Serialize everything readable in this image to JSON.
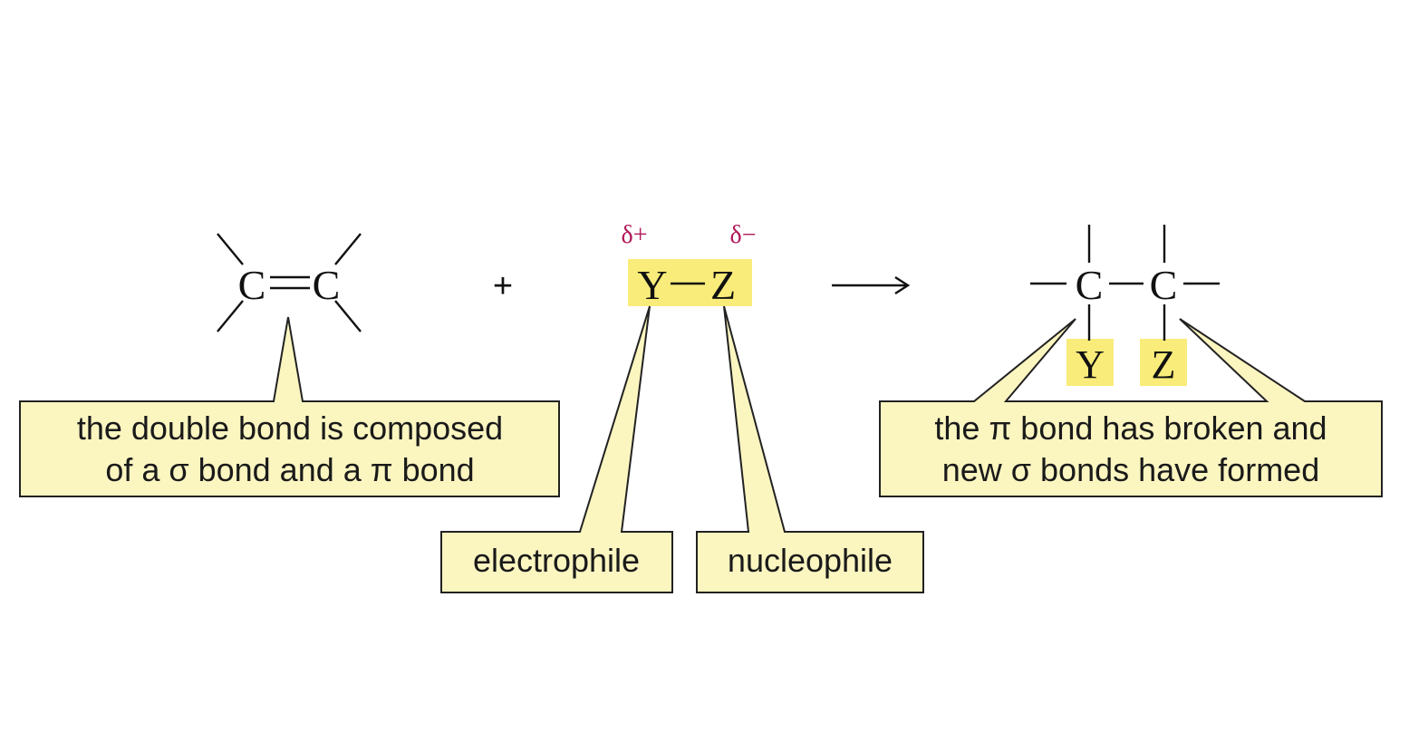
{
  "reactant_alkene": {
    "atom1": "C",
    "atom2": "C"
  },
  "operator_plus": "+",
  "reagent": {
    "atom_y": "Y",
    "atom_z": "Z",
    "partial_positive": "δ+",
    "partial_negative": "δ−"
  },
  "product": {
    "atom1": "C",
    "atom2": "C",
    "sub_y": "Y",
    "sub_z": "Z"
  },
  "callouts": {
    "double_bond_line1": "the double bond is composed",
    "double_bond_line2": "of a σ bond and a π bond",
    "electrophile": "electrophile",
    "nucleophile": "nucleophile",
    "pi_broken_line1": "the π bond has broken and",
    "pi_broken_line2": "new σ bonds have formed"
  },
  "colors": {
    "callout_fill": "#fbf5c0",
    "highlight_fill": "#f9ec7a",
    "delta_color": "#b0185a"
  }
}
